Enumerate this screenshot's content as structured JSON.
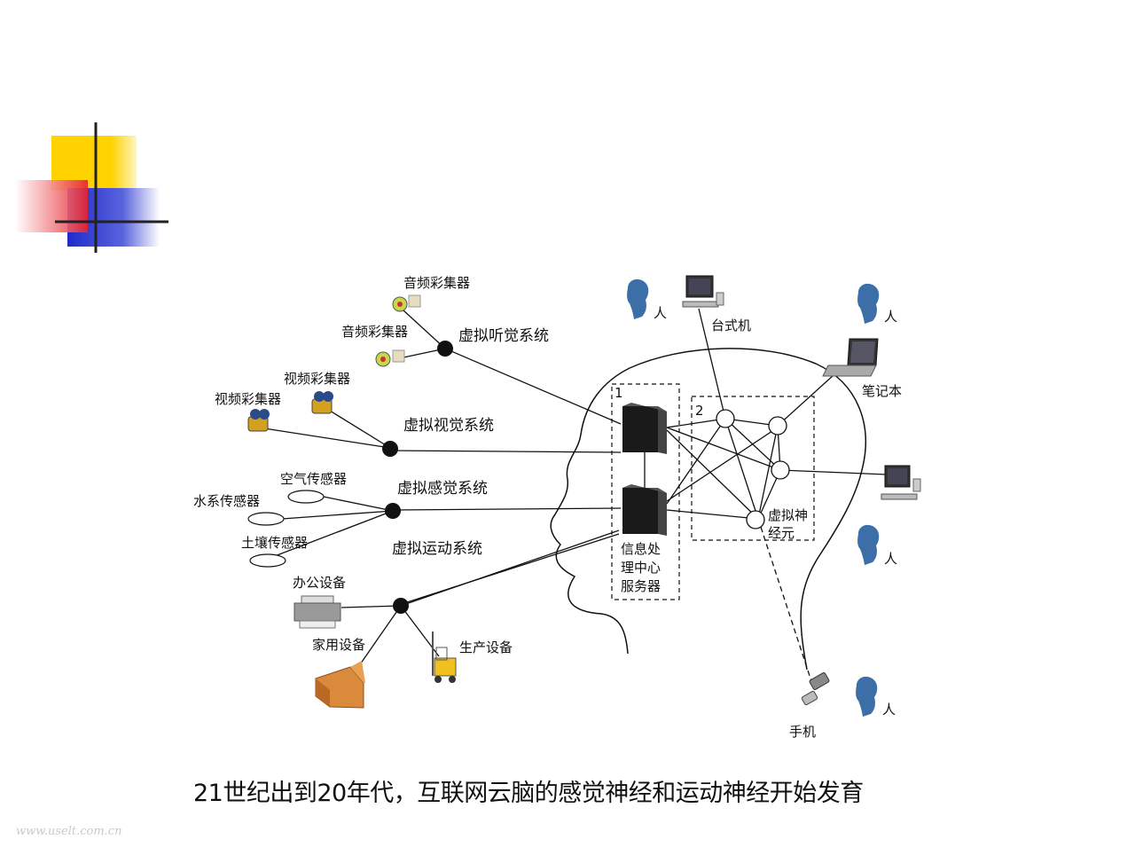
{
  "caption": "21世纪出到20年代，互联网云脑的感觉神经和运动神经开始发育",
  "watermark": "www.uselt.com.cn",
  "colors": {
    "accent_yellow": "#ffd200",
    "accent_red": "#e8202a",
    "accent_blue": "#1f2bc8",
    "line": "#111111"
  },
  "diagram": {
    "systems": {
      "auditory": "虚拟听觉系统",
      "visual": "虚拟视觉系统",
      "sensory": "虚拟感觉系统",
      "motor": "虚拟运动系统"
    },
    "devices": {
      "audio1": "音频彩集器",
      "audio2": "音频彩集器",
      "video1": "视频彩集器",
      "video2": "视频彩集器",
      "air": "空气传感器",
      "water": "水系传感器",
      "soil": "土壤传感器",
      "office": "办公设备",
      "home": "家用设备",
      "production": "生产设备"
    },
    "server": {
      "box_number": "1",
      "line1": "信息处",
      "line2": "理中心",
      "line3": "服务器"
    },
    "neurons": {
      "box_number": "2",
      "line1": "虚拟神",
      "line2": "经元"
    },
    "terminals": {
      "desktop": "台式机",
      "laptop": "笔记本",
      "phone": "手机",
      "person": "人"
    }
  }
}
